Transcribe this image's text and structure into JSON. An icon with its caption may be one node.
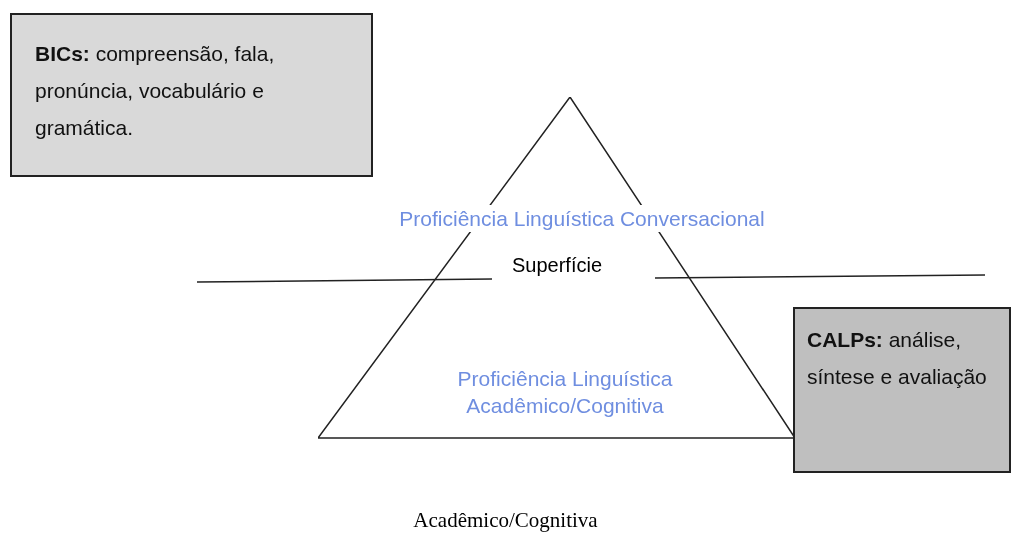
{
  "diagram": {
    "caption": "Acadêmico/Cognitiva",
    "nodes": [
      {
        "text": [
          "**BICs:** compreensão, fala, pronúncia, vocabulário e gramática."
        ]
      },
      {
        "text": [
          "Proficiência Linguística Conversacional",
          "Proficiência Linguística Acadêmico/Cognitiva"
        ]
      },
      {
        "text": [
          "**CALPs:** análise, síntese e avaliação"
        ]
      }
    ],
    "edges": [],
    "labels": [
      "Superfície"
    ]
  }
}
